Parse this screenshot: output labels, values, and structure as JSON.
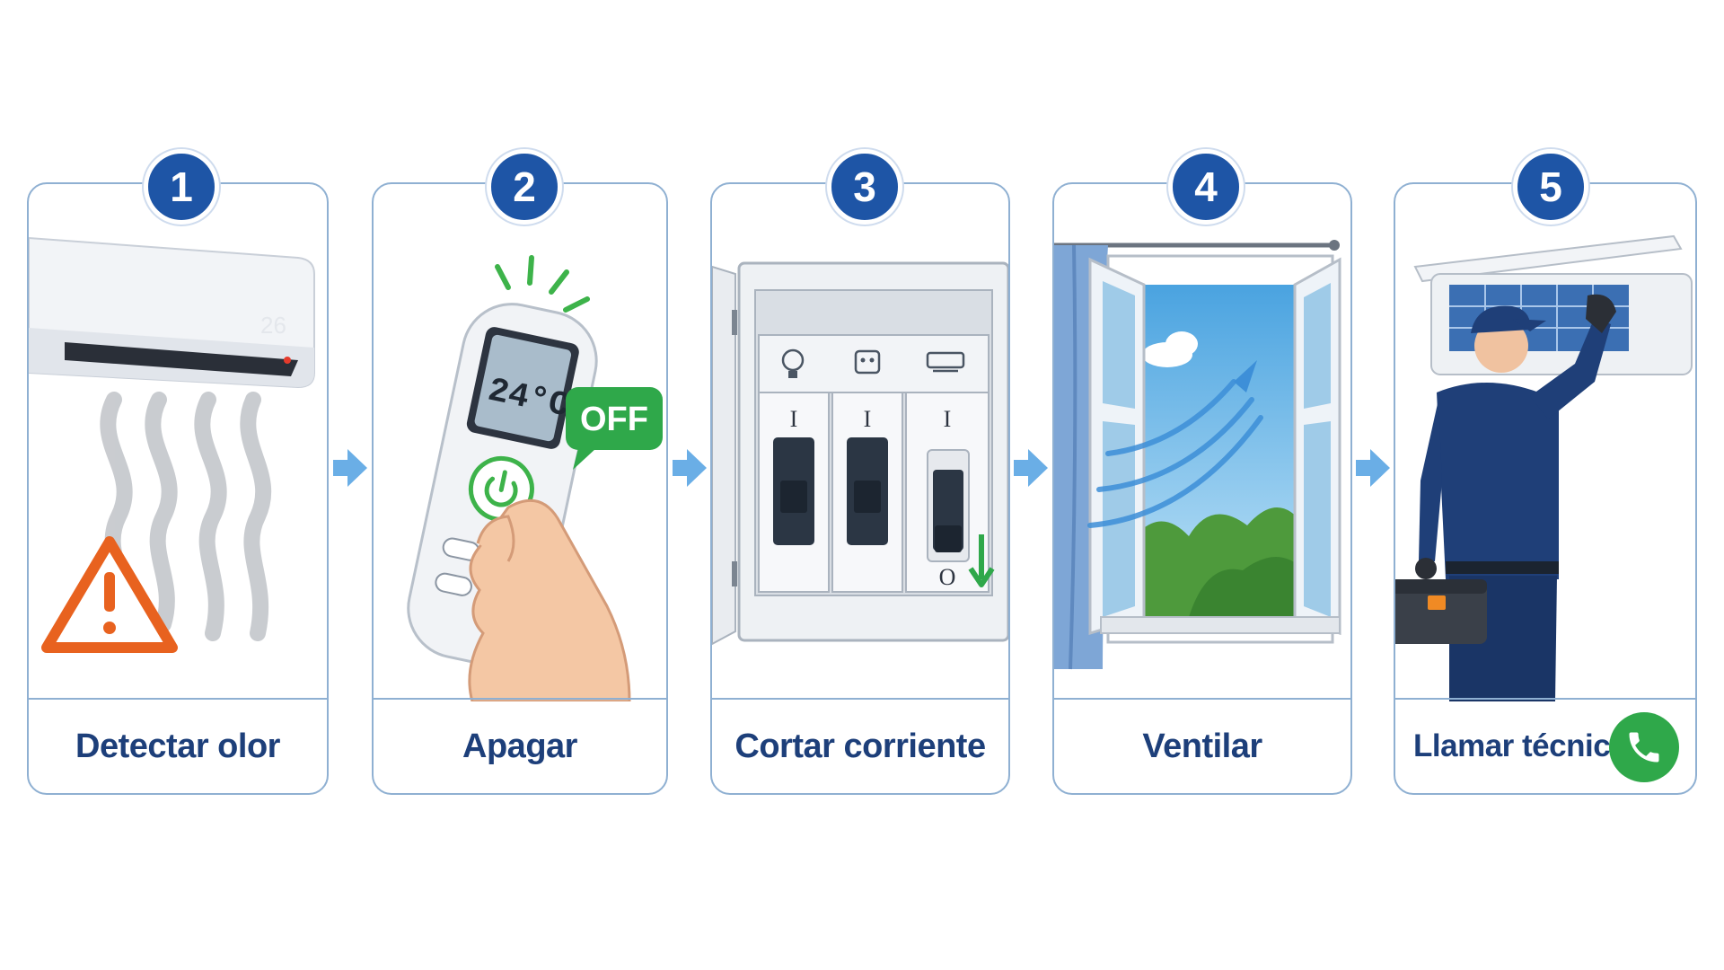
{
  "steps": [
    {
      "number": "1",
      "label": "Detectar olor",
      "icon": "ac-odor-warning"
    },
    {
      "number": "2",
      "label": "Apagar",
      "icon": "remote-off",
      "display_temp": "24°C",
      "bubble": "OFF"
    },
    {
      "number": "3",
      "label": "Cortar corriente",
      "icon": "breaker-panel",
      "breaker_on": "I",
      "breaker_off": "O"
    },
    {
      "number": "4",
      "label": "Ventilar",
      "icon": "open-window"
    },
    {
      "number": "5",
      "label": "Llamar técnico",
      "icon": "technician-phone"
    }
  ],
  "ac_display": "26",
  "colors": {
    "badge": "#1e55a6",
    "label": "#1d3f7a",
    "border": "#8fb0d2",
    "arrow": "#6aaee6",
    "warning": "#e8621f",
    "off_green": "#2fa84a",
    "uniform": "#1f3f78"
  }
}
